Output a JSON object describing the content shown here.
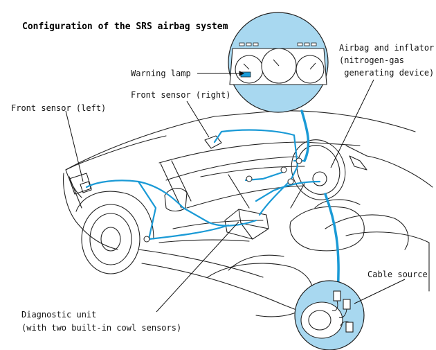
{
  "title": "Configuration of the SRS airbag system",
  "labels": {
    "warning_lamp": "Warning lamp",
    "front_sensor_right": "Front sensor (right)",
    "front_sensor_left": "Front sensor (left)",
    "airbag_line1": "Airbag and inflator",
    "airbag_line2": "(nitrogen-gas",
    "airbag_line3": " generating device)",
    "diagnostic_line1": "Diagnostic unit",
    "diagnostic_line2": "(with two built-in cowl sensors)",
    "cable_source": "Cable source"
  },
  "colors": {
    "wiring": "#1a9ad6",
    "callout_fill": "#a8d8f0",
    "line_art": "#222222"
  }
}
